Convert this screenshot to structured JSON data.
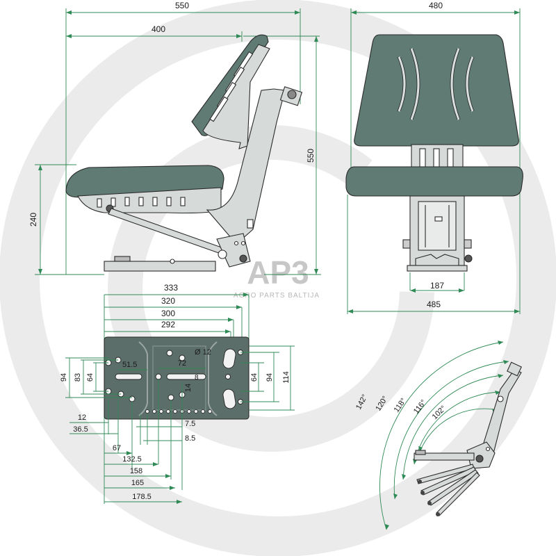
{
  "watermark": {
    "logo": "AP3",
    "subtitle": "AGRO PARTS BALTIJA"
  },
  "side_view": {
    "overall_length": "550",
    "backrest_depth": "400",
    "overall_height": "550",
    "seat_height": "240"
  },
  "front_view": {
    "backrest_width": "480",
    "base_inner_width": "187",
    "overall_width": "485"
  },
  "base_plate": {
    "widths": [
      "333",
      "320",
      "300",
      "292"
    ],
    "hole_dia": "Ø 12",
    "left_heights": [
      "94",
      "83",
      "64"
    ],
    "right_heights": [
      "64",
      "94",
      "114"
    ],
    "inner_spacing": "51.5",
    "inner_width": "72",
    "slot_label": "8",
    "inner_height": "14",
    "bottom_offsets": [
      "12",
      "36.5",
      "67",
      "132.5",
      "158",
      "165",
      "178.5"
    ],
    "small_gaps": [
      "7.5",
      "8.5"
    ]
  },
  "angles": {
    "values": [
      "142°",
      "120°",
      "118°",
      "116°",
      "102°"
    ]
  },
  "colors": {
    "dimension_line": "#2f8a55",
    "seat_cushion": "#5f7b74",
    "frame_metal": "#d6dad8",
    "watermark": "#e4e4e4"
  }
}
